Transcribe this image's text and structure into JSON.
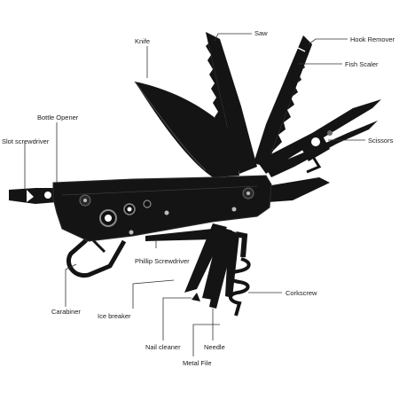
{
  "diagram": {
    "parts": [
      {
        "id": "saw",
        "label": "Saw"
      },
      {
        "id": "hook-remover",
        "label": "Hook Remover"
      },
      {
        "id": "knife",
        "label": "Knife"
      },
      {
        "id": "fish-scaler",
        "label": "Fish Scaler"
      },
      {
        "id": "bottle-opener",
        "label": "Bottle Opener"
      },
      {
        "id": "slot-screwdriver",
        "label": "Slot screwdriver"
      },
      {
        "id": "scissors",
        "label": "Scissors"
      },
      {
        "id": "phillip-screwdriver",
        "label": "Phillip Screwdriver"
      },
      {
        "id": "corkscrew",
        "label": "Corkscrew"
      },
      {
        "id": "carabiner",
        "label": "Carabiner"
      },
      {
        "id": "ice-breaker",
        "label": "Ice breaker"
      },
      {
        "id": "nail-cleaner",
        "label": "Nail cleaner"
      },
      {
        "id": "needle",
        "label": "Needle"
      },
      {
        "id": "metal-file",
        "label": "Metal File"
      }
    ],
    "colors": {
      "tool": "#141414",
      "tool_edge": "#2c2c2c",
      "highlight": "#5a5a5a",
      "leader": "#333333",
      "label": "#1a1a1a"
    }
  }
}
